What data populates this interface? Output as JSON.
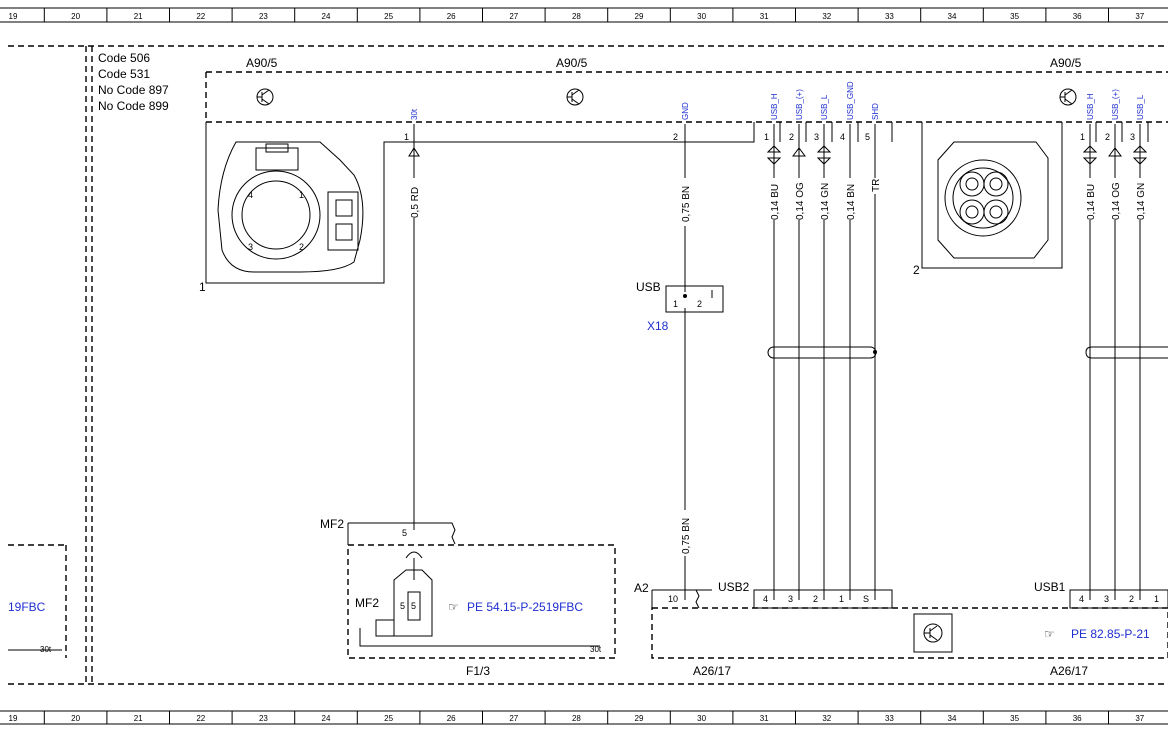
{
  "columns": [
    "19",
    "20",
    "21",
    "22",
    "23",
    "24",
    "25",
    "26",
    "27",
    "28",
    "29",
    "30",
    "31",
    "32",
    "33",
    "34",
    "35",
    "36",
    "37"
  ],
  "codes": [
    "Code 506",
    "Code 531",
    "No  Code 897",
    "No  Code 899"
  ],
  "components": {
    "a90_left": "A90/5",
    "a90_mid": "A90/5",
    "a90_right": "A90/5",
    "x18": "X18",
    "usb_label": "USB",
    "f1_3": "F1/3",
    "a26_left": "A26/17",
    "a26_right": "A26/17",
    "a2": "A2",
    "usb2": "USB2",
    "usb1": "USB1",
    "mf2_top": "MF2",
    "mf2_fuse": "MF2",
    "conn1_num": "1",
    "conn2_num": "2"
  },
  "pin_signals": {
    "s30t": "30t",
    "gnd": "GND",
    "usb_h": "USB_H",
    "usb_plus": "USB_(+)",
    "usb_l": "USB_L",
    "usb_gnd": "USB_GND",
    "shd": "SHD",
    "r_usb_h": "USB_H",
    "r_usb_plus": "USB_(+)",
    "r_usb_l": "USB_L"
  },
  "wires": {
    "w1": "0,5 RD",
    "w2": "0,75 BN",
    "w3": "0,14 BU",
    "w4": "0,14 OG",
    "w5": "0,14 GN",
    "w6": "0,14 BN",
    "w7": "TR",
    "w8": "0,75 BN",
    "w9": "0,14 BU",
    "w10": "0,14 OG",
    "w11": "0,14 GN"
  },
  "pins": {
    "top_30t": "1",
    "top_gnd": "2",
    "top_usb1": "1",
    "top_usb2": "2",
    "top_usb3": "3",
    "top_usb4": "4",
    "top_usb5": "5",
    "r_top1": "1",
    "r_top2": "2",
    "r_top3": "3",
    "x18_p1": "1",
    "x18_p2": "2",
    "mf2_p5": "5",
    "fuse_p5a": "5",
    "fuse_p5b": "5",
    "a2_p10": "10",
    "usb2_p4": "4",
    "usb2_p3": "3",
    "usb2_p2": "2",
    "usb2_p1": "1",
    "usb2_ps": "S",
    "usb1_p4": "4",
    "usb1_p3": "3",
    "usb1_p2": "2",
    "usb1_p1": "1",
    "pin_img_4": "4",
    "pin_img_1": "1",
    "pin_img_3": "3",
    "pin_img_2": "2",
    "bot_30t_left": "30t",
    "bot_30t_mid": "30t"
  },
  "references": {
    "pe_fuse": "PE 54.15-P-2519FBC",
    "pe_left": "19FBC",
    "pe_right": "PE 82.85-P-21"
  }
}
